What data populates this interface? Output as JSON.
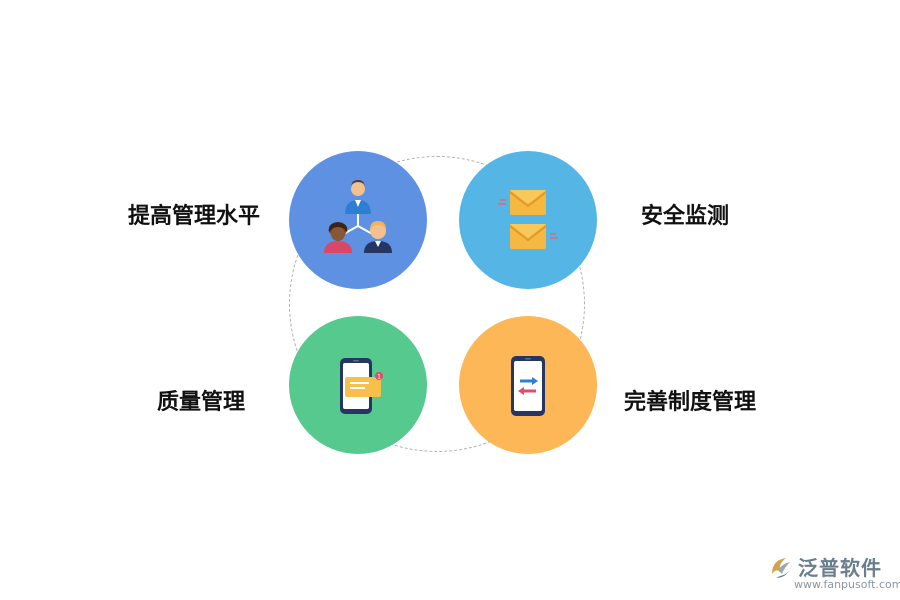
{
  "nodes": [
    {
      "label": "提高管理水平",
      "color": "#5f91e3",
      "icon": "people-hierarchy-icon"
    },
    {
      "label": "安全监测",
      "color": "#55b5e5",
      "icon": "envelopes-icon"
    },
    {
      "label": "质量管理",
      "color": "#56c98f",
      "icon": "phone-message-icon"
    },
    {
      "label": "完善制度管理",
      "color": "#fdb756",
      "icon": "phone-transfer-icon"
    }
  ],
  "watermark": {
    "name": "泛普软件",
    "url": "www.fanpusoft.com"
  }
}
